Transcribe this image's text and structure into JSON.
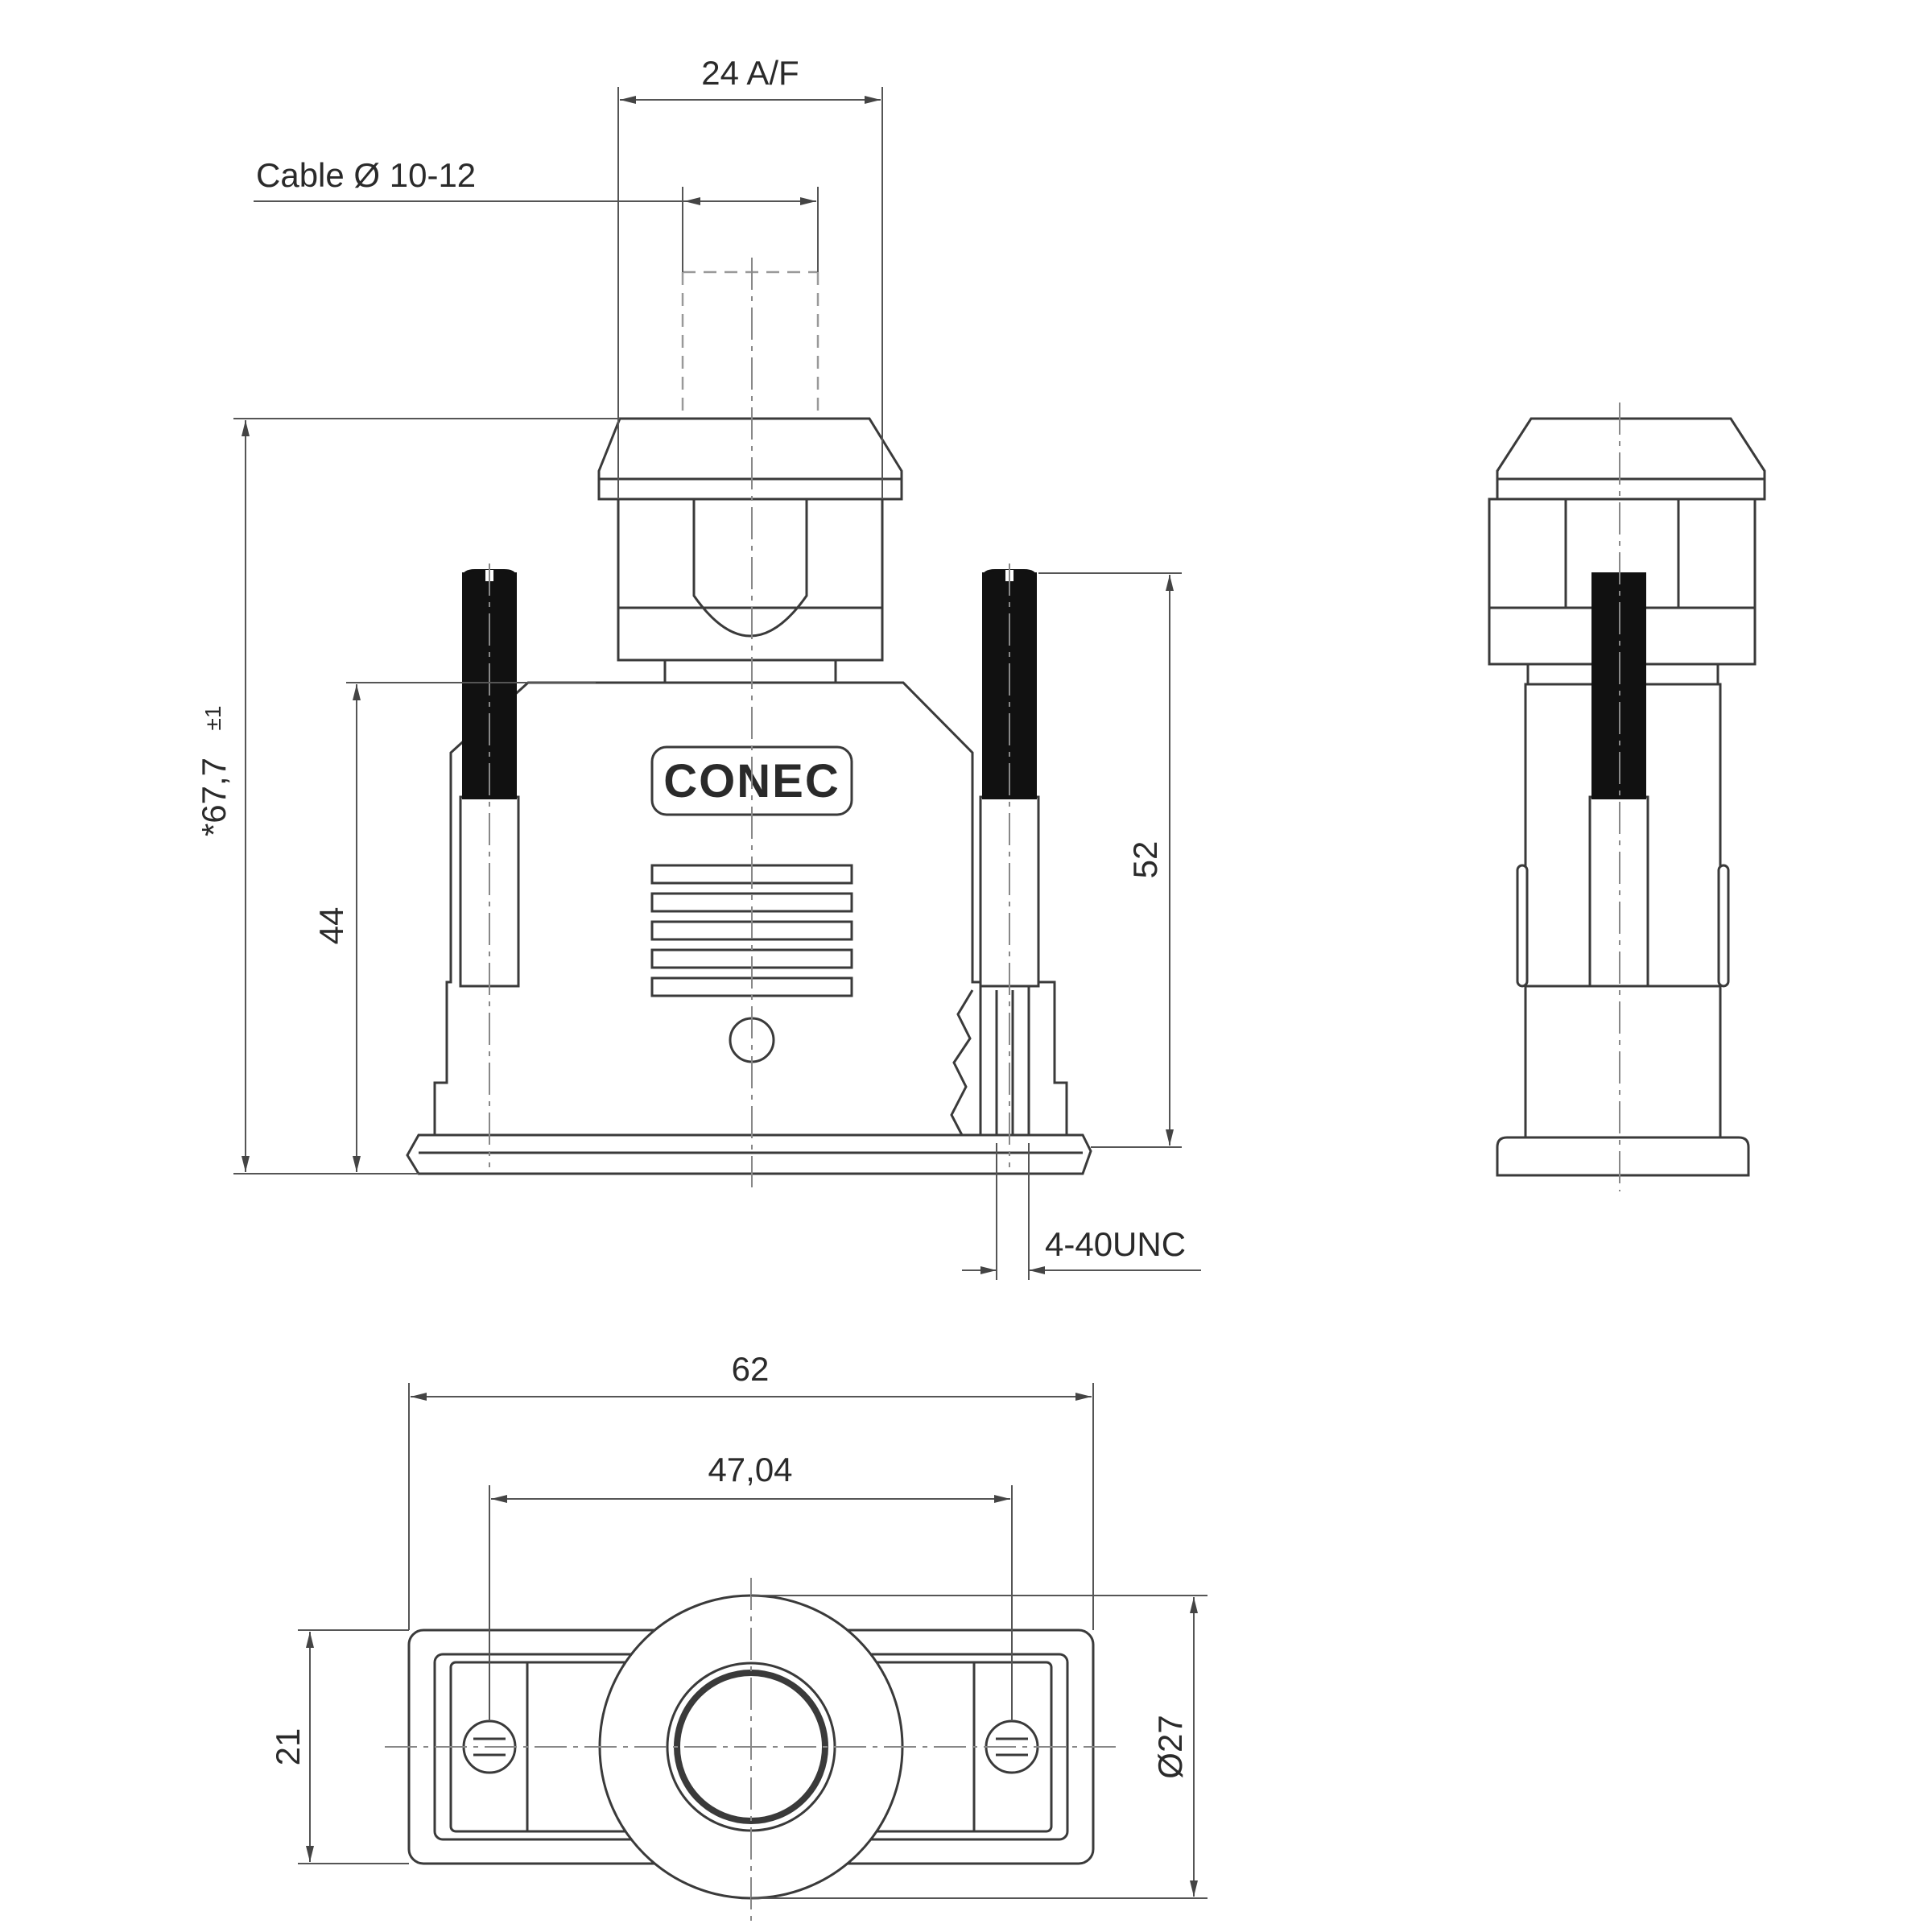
{
  "dimensions": {
    "af": "24 A/F",
    "cable": "Cable Ø 10-12",
    "overall_height": "*67,7",
    "overall_height_tol": "±1",
    "shell_height": "44",
    "screw_height": "52",
    "thread": "4-40UNC",
    "width": "62",
    "pitch": "47,04",
    "depth": "21",
    "gland_diameter": "Ø27"
  },
  "logo": {
    "text": "CONEC"
  }
}
